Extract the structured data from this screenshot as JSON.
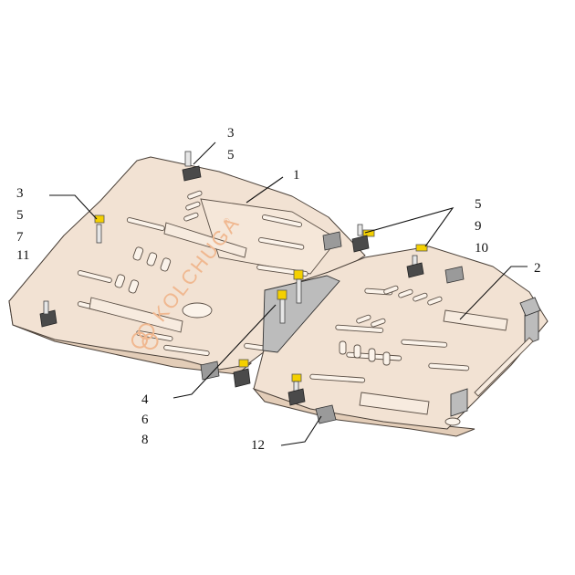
{
  "watermark": {
    "brand": "KOLCHUGA",
    "registered": "®",
    "color": "#f0b890"
  },
  "callouts": [
    {
      "id": "c-3-5",
      "lines": [
        "3",
        "5"
      ]
    },
    {
      "id": "c-1",
      "lines": [
        "1"
      ]
    },
    {
      "id": "c-3-5-7-11",
      "lines": [
        "3",
        "5",
        "7",
        "11"
      ]
    },
    {
      "id": "c-5-9-10",
      "lines": [
        "5",
        "9",
        "10"
      ]
    },
    {
      "id": "c-2",
      "lines": [
        "2"
      ]
    },
    {
      "id": "c-4-6-8",
      "lines": [
        "4",
        "6",
        "8"
      ]
    },
    {
      "id": "c-12",
      "lines": [
        "12"
      ]
    }
  ],
  "colors": {
    "plate": "#f2e2d3",
    "outline": "#4a4038",
    "fastener_yellow": "#f4d000"
  }
}
